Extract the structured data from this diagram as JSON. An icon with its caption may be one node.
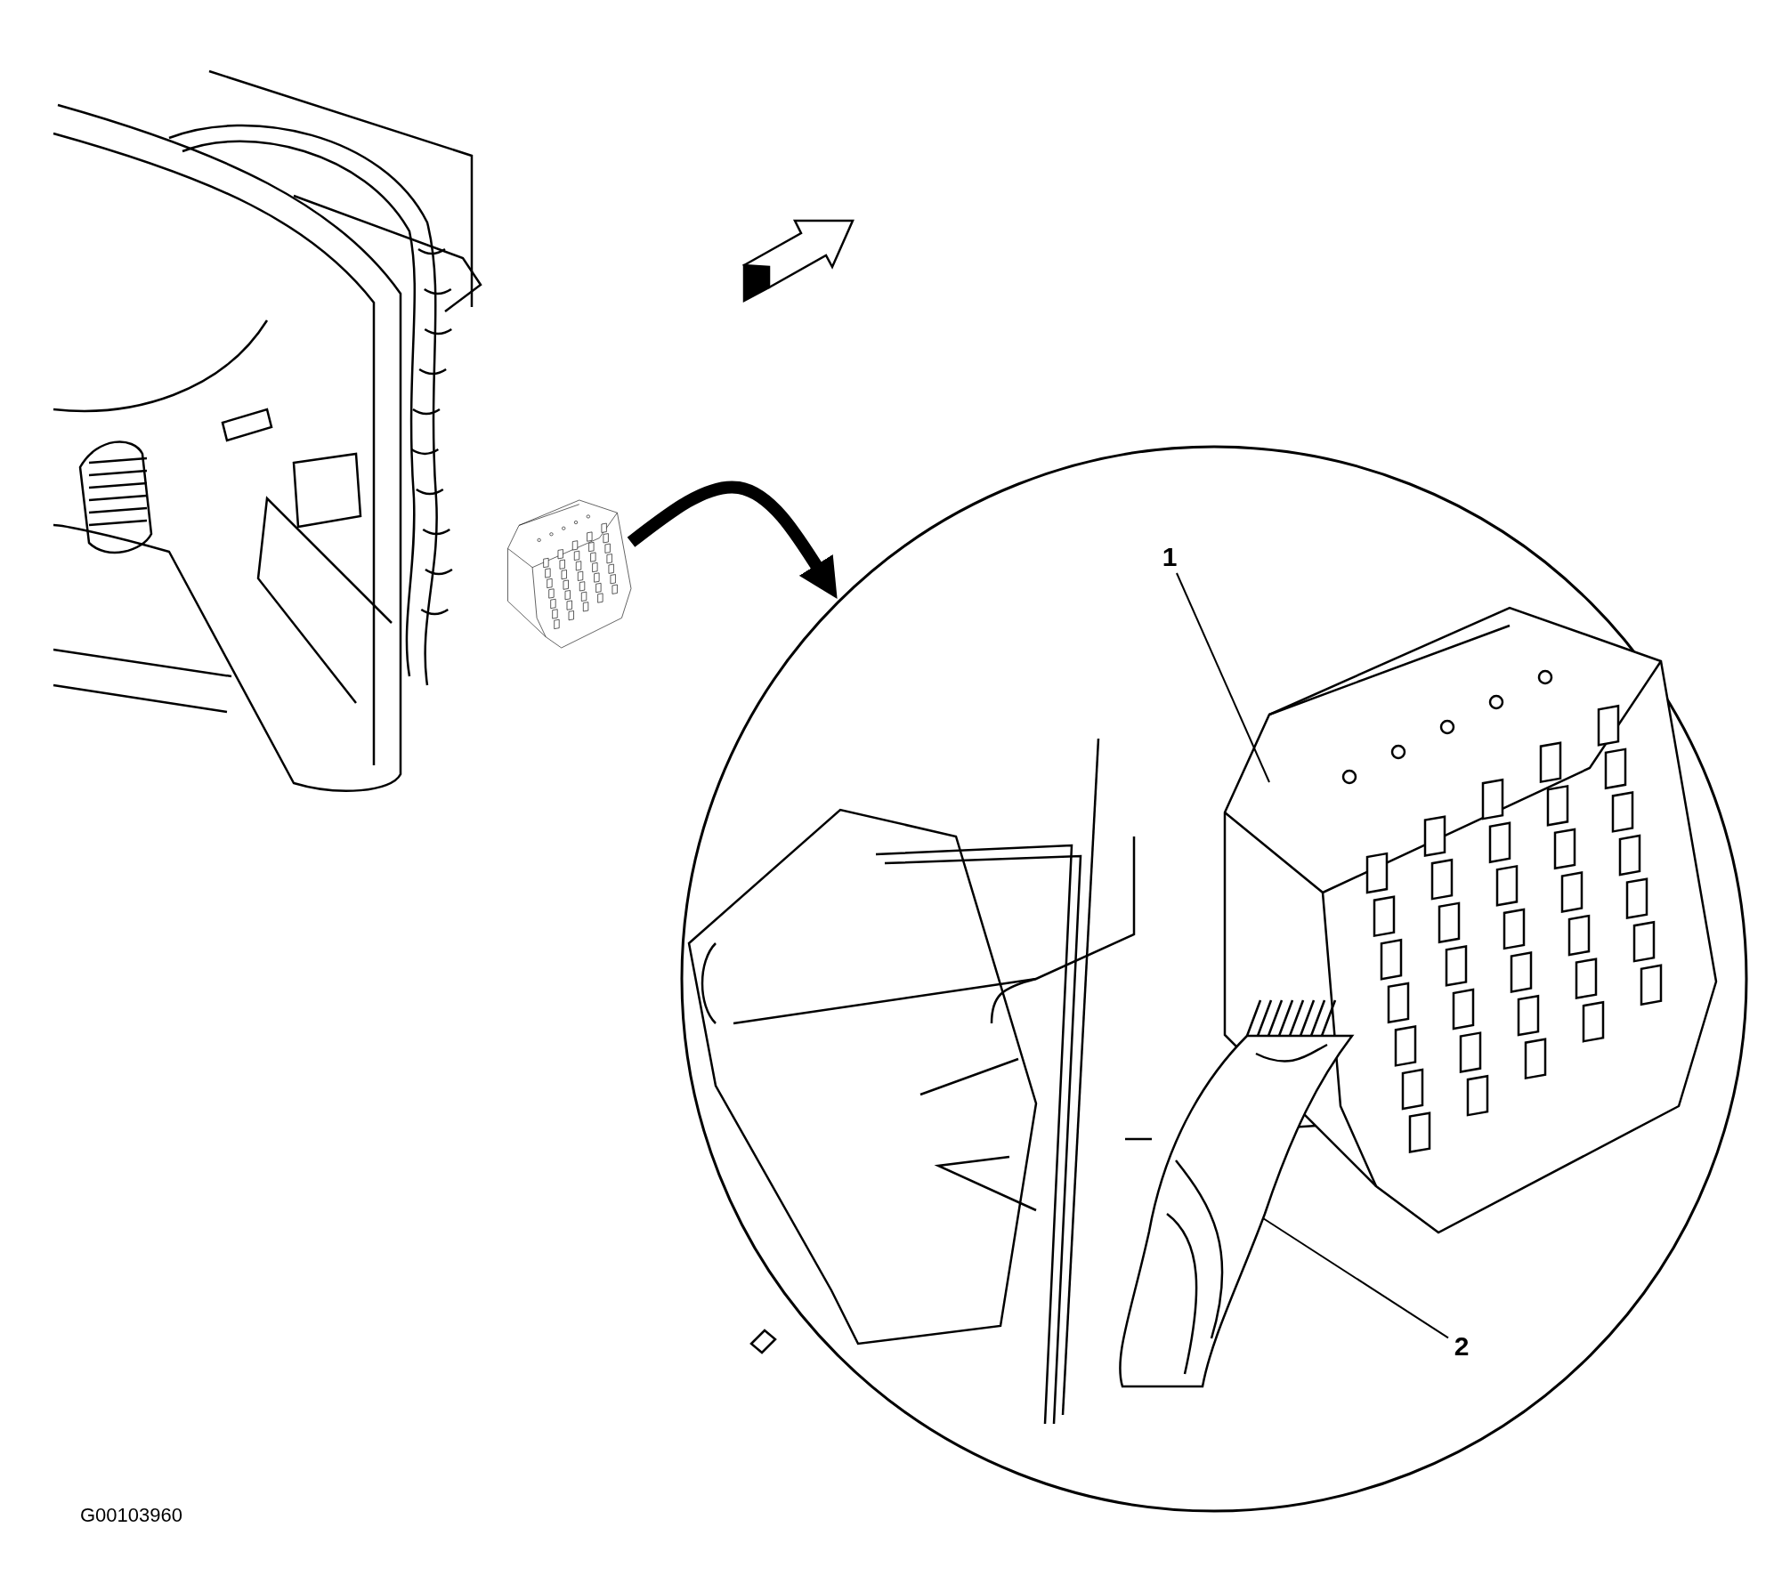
{
  "diagram": {
    "nodes": [
      {
        "text": [],
        "shape": "circle"
      },
      {
        "text": [
          "1"
        ],
        "in": 0
      },
      {
        "text": [],
        "shape": "picture",
        "in": 0
      },
      {
        "text": [
          "2"
        ],
        "in": 0
      },
      {
        "text": [],
        "shape": "picture",
        "in": 0
      },
      {
        "text": [],
        "shape": "picture"
      }
    ],
    "edges": [
      {
        "from": 1,
        "to": 2,
        "arrow": "none"
      },
      {
        "from": 3,
        "to": 4,
        "arrow": "none"
      },
      {
        "from": 5,
        "to": 0,
        "arrow": "to",
        "style": "thick"
      }
    ],
    "labels": [
      "G00103960"
    ]
  }
}
